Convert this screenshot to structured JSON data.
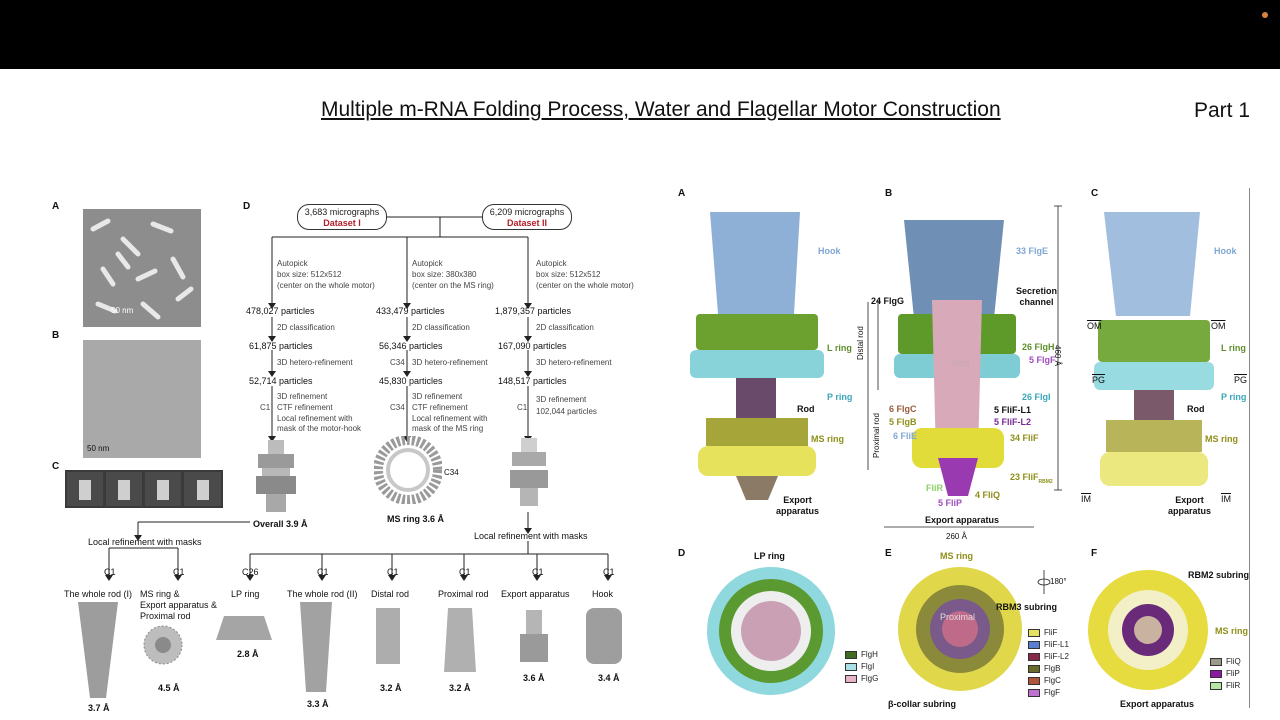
{
  "header": {
    "title": "Multiple m-RNA Folding Process, Water and Flagellar Motor Construction",
    "part": "Part 1"
  },
  "colors": {
    "topbar": "#000000",
    "dataset": "#b0202a",
    "hook": "#7fa7d4",
    "l_ring": "#5f8f2a",
    "p_ring": "#3aa7b8",
    "ms_ring": "#8f8f1a"
  },
  "left": {
    "panels": {
      "A": "A",
      "B": "B",
      "C": "C",
      "D": "D"
    },
    "scale_a": "50 nm",
    "scale_b": "50 nm",
    "datasets": [
      {
        "count": "3,683 micrographs",
        "name": "Dataset I"
      },
      {
        "count": "6,209 micrographs",
        "name": "Dataset II"
      }
    ],
    "col1": {
      "autopick": "Autopick",
      "box": "box size: 512x512",
      "center": "(center on the whole motor)",
      "p1": "478,027 particles",
      "s1": "2D classification",
      "p2": "61,875 particles",
      "s2": "3D hetero-refinement",
      "p3": "52,714 particles",
      "c1": "C1",
      "r1": "3D refinement",
      "r2": "CTF refinement",
      "r3": "Local refinement with",
      "r4": "mask of the motor-hook",
      "result": "Overall 3.9 Å"
    },
    "col2": {
      "autopick": "Autopick",
      "box": "box size: 380x380",
      "center": "(center on the MS ring)",
      "p1": "433,479 particles",
      "s1": "2D classification",
      "p2": "56,346 particles",
      "c34a": "C34",
      "s2": "3D hetero-refinement",
      "p3": "45,830 particles",
      "c34b": "C34",
      "r1": "3D refinement",
      "r2": "CTF refinement",
      "r3": "Local refinement with",
      "r4": "mask of the MS ring",
      "sym": "C34",
      "result": "MS ring 3.6 Å"
    },
    "col3": {
      "autopick": "Autopick",
      "box": "box size: 512x512",
      "center": "(center on the whole motor)",
      "p1": "1,879,357 particles",
      "s1": "2D classification",
      "p2": "167,090 particles",
      "s2": "3D hetero-refinement",
      "p3": "148,517 particles",
      "c1": "C1",
      "r1": "3D refinement",
      "r2": "102,044 particles"
    },
    "local_left": "Local refinement with masks",
    "local_right": "Local refinement with masks",
    "subs": [
      {
        "sym": "C1",
        "name": "The whole rod (I)",
        "res": "3.7 Å"
      },
      {
        "sym": "C1",
        "name": "MS ring &\nExport apparatus &\nProximal rod",
        "res": "4.5 Å"
      },
      {
        "sym": "C26",
        "name": "LP ring",
        "res": "2.8 Å"
      },
      {
        "sym": "C1",
        "name": "The whole rod (II)",
        "res": "3.3 Å"
      },
      {
        "sym": "C1",
        "name": "Distal rod",
        "res": "3.2 Å"
      },
      {
        "sym": "C1",
        "name": "Proximal rod",
        "res": "3.2 Å"
      },
      {
        "sym": "C1",
        "name": "Export apparatus",
        "res": "3.6 Å"
      },
      {
        "sym": "C1",
        "name": "Hook",
        "res": "3.4 Å"
      }
    ]
  },
  "right": {
    "panels": {
      "A": "A",
      "B": "B",
      "C": "C",
      "D": "D",
      "E": "E",
      "F": "F"
    },
    "a": {
      "hook": "Hook",
      "l_ring": "L ring",
      "p_ring": "P ring",
      "rod": "Rod",
      "ms_ring": "MS ring",
      "export": "Export\napparatus"
    },
    "b": {
      "flge": "33 FlgE",
      "flgg": "24 FlgG",
      "channel": "Secretion\nchannel",
      "distal": "Distal rod",
      "proximal": "Proximal rod",
      "rod": "Rod",
      "flgh": "26 FlgH",
      "flgf": "5 FlgF",
      "flgi": "26 FlgI",
      "flgc": "6 FlgC",
      "flgb": "5 FlgB",
      "flie": "6 FliE",
      "flifl1": "5 FliF-L1",
      "flifl2": "5 FliF-L2",
      "flif": "34 FliF",
      "flifrbm": "23 FliF",
      "rbm2": "RBM2",
      "flir": "FliR",
      "fliq": "4 FliQ",
      "flip": "5 FliP",
      "export": "Export apparatus",
      "height": "460 Å",
      "width": "260 Å"
    },
    "c": {
      "hook": "Hook",
      "om": "OM",
      "l_ring": "L ring",
      "pg": "PG",
      "p_ring": "P ring",
      "rod": "Rod",
      "ms_ring": "MS ring",
      "im": "IM",
      "export": "Export\napparatus"
    },
    "d": {
      "title": "LP ring",
      "legend": [
        {
          "name": "FlgH",
          "color": "#3d6b22"
        },
        {
          "name": "FlgI",
          "color": "#a8e2e6"
        },
        {
          "name": "FlgG",
          "color": "#e8b2c8"
        }
      ]
    },
    "e": {
      "title": "MS ring",
      "rot": "180°",
      "rbm3": "RBM3 subring",
      "collar": "β-collar subring",
      "proximal": "Proximal",
      "legend": [
        {
          "name": "FliF",
          "color": "#e6e060"
        },
        {
          "name": "FliF-L1",
          "color": "#5a7fd0"
        },
        {
          "name": "FliF-L2",
          "color": "#8a2a4a"
        },
        {
          "name": "FlgB",
          "color": "#6a6a2a"
        },
        {
          "name": "FlgC",
          "color": "#b0553a"
        },
        {
          "name": "FlgF",
          "color": "#c070d0"
        }
      ]
    },
    "f": {
      "rbm2": "RBM2 subring",
      "ms_ring": "MS ring",
      "export": "Export apparatus",
      "legend": [
        {
          "name": "FliQ",
          "color": "#9a9a8a"
        },
        {
          "name": "FliP",
          "color": "#8a1aa0"
        },
        {
          "name": "FliR",
          "color": "#b8e8a8"
        }
      ]
    }
  }
}
